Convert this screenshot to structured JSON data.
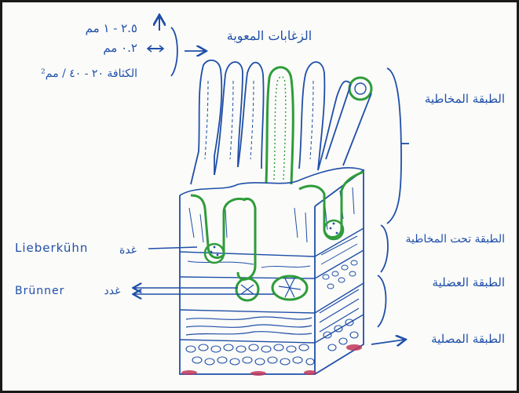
{
  "labels": {
    "villi": "الزغابات المعوية",
    "villus_height": "٢.٥ - ١ مم",
    "villus_width": "٠.٢ مم",
    "villus_density": "الكثافة ٢٠ - ٤٠ / مم²",
    "mucosa": "الطبقة المخاطية",
    "submucosa": "الطبقة تحت المخاطية",
    "muscularis": "الطبقة العضلية",
    "serosa": "الطبقة المصلية",
    "lieberkuhn_latin": "Lieberkühn",
    "lieberkuhn_arabic": "غدة",
    "brunner_latin": "Brünner",
    "brunner_arabic": "غدد"
  },
  "colors": {
    "ink": "#1f4fa8",
    "gland": "#2e9c3a",
    "serosa_red": "#c0365a",
    "frame": "#1a1a1a"
  },
  "icons": {
    "height_arrow": "up-arrow-icon",
    "width_arrow": "double-arrow-icon",
    "pointer_arrow": "right-arrow-icon"
  }
}
